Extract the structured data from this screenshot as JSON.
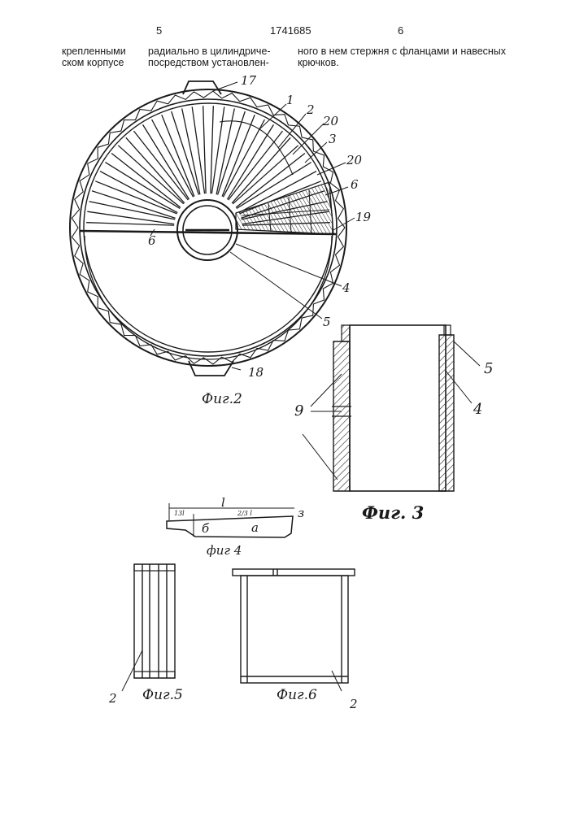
{
  "header": {
    "page_left": "5",
    "patent_number": "1741685",
    "page_right": "6"
  },
  "text": {
    "col_left_line1": "крепленными",
    "col_left_line2": "ском корпусе",
    "col_mid_line1": "радиально в цилиндриче-",
    "col_mid_line2": "посредством установлен-",
    "col_right_line1": "ного в нем стержня с фланцами и навесных",
    "col_right_line2": "крючков."
  },
  "fig2": {
    "caption": "Фиг.2",
    "labels": {
      "l17": "17",
      "l1": "1",
      "l2": "2",
      "l20a": "20",
      "l3": "3",
      "l20b": "20",
      "l6r": "6",
      "l19": "19",
      "l4": "4",
      "l5": "5",
      "l18": "18",
      "l6l": "6"
    }
  },
  "fig3": {
    "caption": "Фиг. 3",
    "labels": {
      "l5": "5",
      "l4": "4",
      "l9": "9"
    }
  },
  "fig4": {
    "caption": "фиг 4",
    "labels": {
      "l": "l",
      "seg1": "13l",
      "seg2": "2/3 l",
      "a": "a",
      "b": "б",
      "s": "з"
    }
  },
  "fig5": {
    "caption": "Фиг.5",
    "labels": {
      "l2": "2"
    }
  },
  "fig6": {
    "caption": "Фиг.6",
    "labels": {
      "l2": "2"
    }
  }
}
